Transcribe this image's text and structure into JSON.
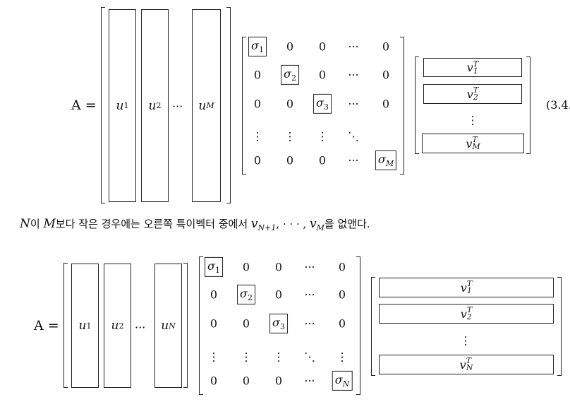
{
  "eq1": {
    "lhs": "A =",
    "columns": [
      {
        "name": "u",
        "sub": "1"
      },
      {
        "name": "u",
        "sub": "2"
      },
      {
        "name": "u",
        "sub": "M"
      }
    ],
    "col_dots": "···",
    "sigma_rows": [
      [
        {
          "t": "σ",
          "s": "1",
          "b": true
        },
        {
          "t": "0"
        },
        {
          "t": "0"
        },
        {
          "t": "···"
        },
        {
          "t": "0"
        }
      ],
      [
        {
          "t": "0"
        },
        {
          "t": "σ",
          "s": "2",
          "b": true
        },
        {
          "t": "0"
        },
        {
          "t": "···"
        },
        {
          "t": "0"
        }
      ],
      [
        {
          "t": "0"
        },
        {
          "t": "0"
        },
        {
          "t": "σ",
          "s": "3",
          "b": true
        },
        {
          "t": "···"
        },
        {
          "t": "0"
        }
      ],
      [
        {
          "t": "⋮"
        },
        {
          "t": "⋮"
        },
        {
          "t": "⋮"
        },
        {
          "t": "⋱"
        },
        {
          "t": ""
        }
      ],
      [
        {
          "t": "0"
        },
        {
          "t": "0"
        },
        {
          "t": "0"
        },
        {
          "t": "···"
        },
        {
          "t": "σ",
          "s": "M",
          "b": true
        }
      ]
    ],
    "v_rows": [
      {
        "t": "v",
        "s": "1",
        "p": "T"
      },
      {
        "t": "v",
        "s": "2",
        "p": "T"
      },
      {
        "t": "⋮"
      },
      {
        "t": "v",
        "s": "M",
        "p": "T"
      }
    ],
    "number": "(3.4."
  },
  "sentence": {
    "N": "N",
    "p1": "이 ",
    "M": "M",
    "p2": "보다 작은 경우에는 오른쪽 특이벡터 중에서 ",
    "v1_base": "v",
    "v1_sub": "N+1",
    "sep": ", · · · , ",
    "v2_base": "v",
    "v2_sub": "M",
    "p3": "을 없앤다."
  },
  "eq2": {
    "lhs": "A =",
    "columns": [
      {
        "name": "u",
        "sub": "1"
      },
      {
        "name": "u",
        "sub": "2"
      },
      {
        "name": "u",
        "sub": "N"
      }
    ],
    "col_dots": "···",
    "sigma_rows": [
      [
        {
          "t": "σ",
          "s": "1",
          "b": true
        },
        {
          "t": "0"
        },
        {
          "t": "0"
        },
        {
          "t": "···"
        },
        {
          "t": "0"
        }
      ],
      [
        {
          "t": "0"
        },
        {
          "t": "σ",
          "s": "2",
          "b": true
        },
        {
          "t": "0"
        },
        {
          "t": "···"
        },
        {
          "t": "0"
        }
      ],
      [
        {
          "t": "0"
        },
        {
          "t": "0"
        },
        {
          "t": "σ",
          "s": "3",
          "b": true
        },
        {
          "t": "···"
        },
        {
          "t": "0"
        }
      ],
      [
        {
          "t": "⋮"
        },
        {
          "t": "⋮"
        },
        {
          "t": "⋮"
        },
        {
          "t": "⋱"
        },
        {
          "t": "⋮"
        }
      ],
      [
        {
          "t": "0"
        },
        {
          "t": "0"
        },
        {
          "t": "0"
        },
        {
          "t": "···"
        },
        {
          "t": "σ",
          "s": "N",
          "b": true
        }
      ]
    ],
    "v_rows": [
      {
        "t": "v",
        "s": "1",
        "p": "T"
      },
      {
        "t": "v",
        "s": "2",
        "p": "T"
      },
      {
        "t": "⋮"
      },
      {
        "t": "v",
        "s": "N",
        "p": "T"
      }
    ]
  }
}
